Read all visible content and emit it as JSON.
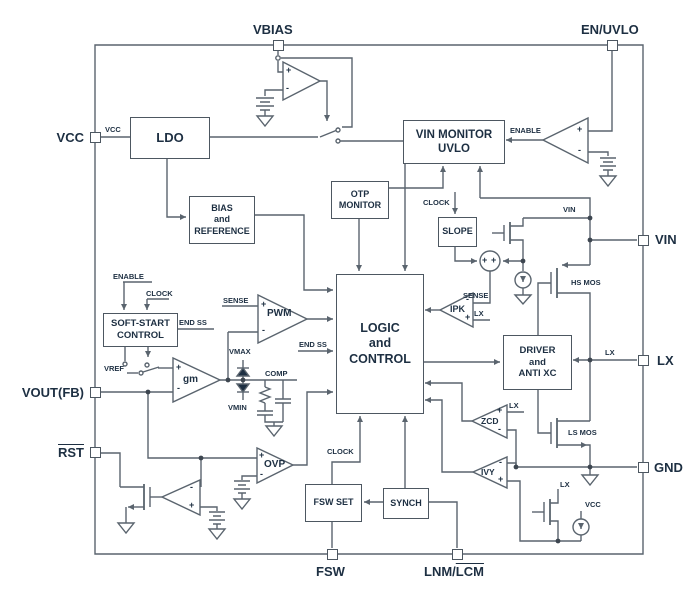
{
  "title": "DC-DC converter functional block diagram",
  "pins": {
    "vbias": "VBIAS",
    "en_uvlo": "EN/UVLO",
    "vcc": "VCC",
    "vout_fb": "VOUT(FB)",
    "rst": "RST",
    "vin": "VIN",
    "lx": "LX",
    "gnd": "GND",
    "fsw": "FSW",
    "lnm_prefix": "LNM/",
    "lcm": "LCM"
  },
  "blocks": {
    "ldo": "LDO",
    "bias": [
      "BIAS",
      "and",
      "REFERENCE"
    ],
    "vin_monitor": [
      "VIN MONITOR",
      "UVLO"
    ],
    "otp": [
      "OTP",
      "MONITOR"
    ],
    "slope": "SLOPE",
    "soft_start": [
      "SOFT-START",
      "CONTROL"
    ],
    "logic": [
      "LOGIC",
      "and",
      "CONTROL"
    ],
    "driver": [
      "DRIVER",
      "and",
      "ANTI XC"
    ],
    "fsw_set": "FSW SET",
    "synch": "SYNCH"
  },
  "amps": {
    "pwm": "PWM",
    "gm": "gm",
    "ipk": "IPK",
    "zcd": "ZCD",
    "ivy": "IVY",
    "ovp": "OVP"
  },
  "signals": {
    "vcc": "VCC",
    "enable": "ENABLE",
    "clock": "CLOCK",
    "end_ss": "END SS",
    "vref": "VREF",
    "sense": "SENSE",
    "lx": "LX",
    "vin": "VIN",
    "vmax": "VMAX",
    "vmin": "VMIN",
    "comp": "COMP",
    "hs_mos": "HS MOS",
    "ls_mos": "LS MOS"
  },
  "marks": {
    "plus": "+",
    "minus": "-"
  },
  "colors": {
    "line": "#5a646e",
    "text": "#1d2f42",
    "background": "#ffffff"
  }
}
